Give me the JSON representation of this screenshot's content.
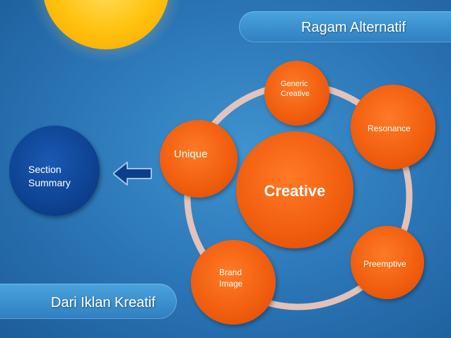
{
  "slide": {
    "top_title": "Ragam Alternatif",
    "bottom_title": "Dari Iklan Kreatif"
  },
  "summary": {
    "line1": "Section",
    "line2": "Summary"
  },
  "diagram": {
    "center": "Creative",
    "nodes": {
      "generic_line1": "Generic",
      "generic_line2": "Creative",
      "resonance": "Resonance",
      "preemptive": "Preemptive",
      "brand_line1": "Brand",
      "brand_line2": "Image",
      "unique": "Unique"
    }
  },
  "colors": {
    "background": "#2a74b5",
    "node_orange": "#ee5a0b",
    "summary_navy": "#0b3f8c",
    "ring": "#f2c9b8"
  }
}
